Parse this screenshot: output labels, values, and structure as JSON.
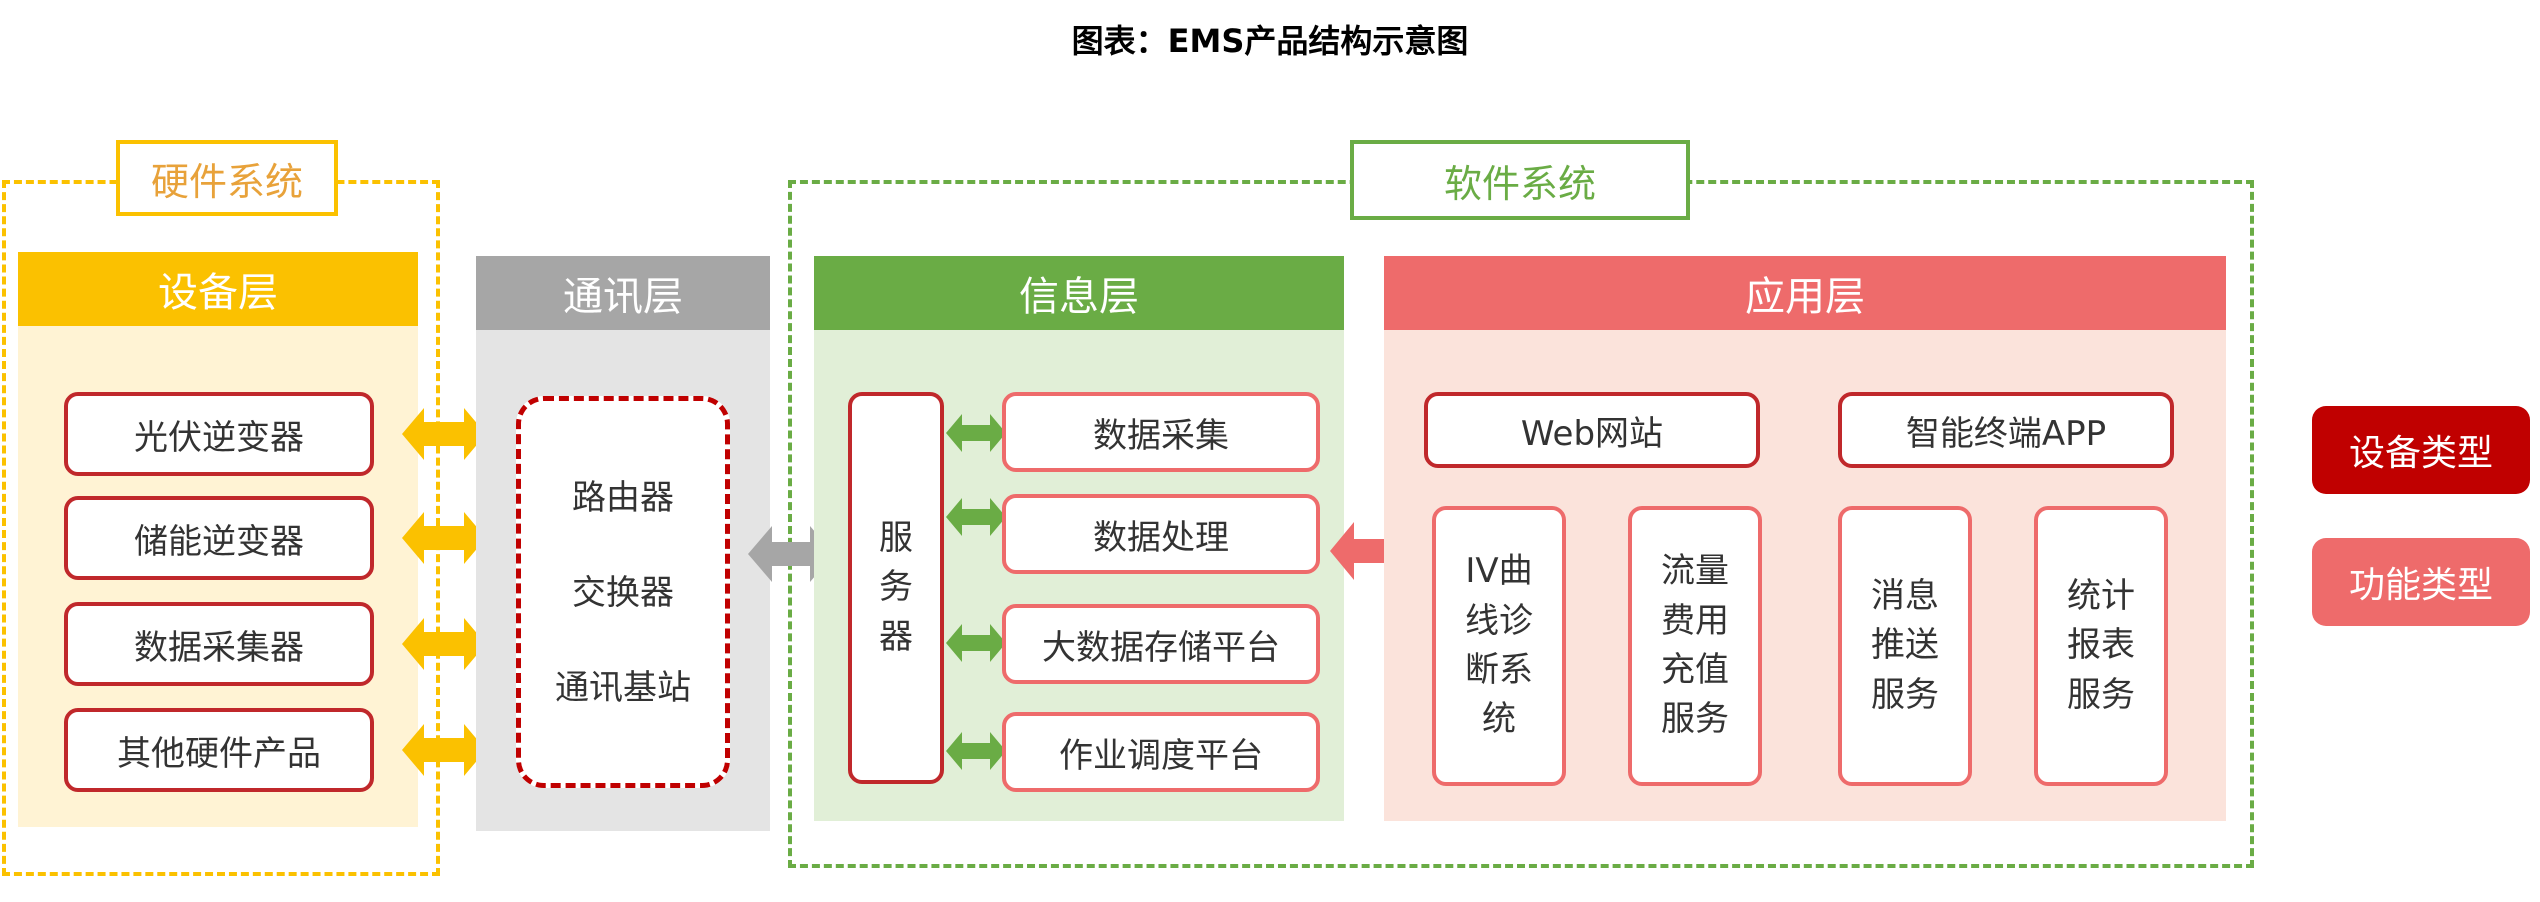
{
  "title": "图表：EMS产品结构示意图",
  "colors": {
    "hardware": "#fbc100",
    "hardware_bg": "#fff3d4",
    "comm": "#a6a6a6",
    "comm_bg": "#e4e4e4",
    "info": "#6aac45",
    "info_bg": "#e1efd7",
    "app": "#ee6b6b",
    "app_bg": "#fbe3db",
    "device_border": "#c00000",
    "function_border": "#ee6b6b"
  },
  "groups": {
    "hardware": "硬件系统",
    "software": "软件系统"
  },
  "layers": {
    "device": {
      "header": "设备层",
      "items": [
        "光伏逆变器",
        "储能逆变器",
        "数据采集器",
        "其他硬件产品"
      ]
    },
    "comm": {
      "header": "通讯层",
      "items": [
        "路由器",
        "交换器",
        "通讯基站"
      ]
    },
    "info": {
      "header": "信息层",
      "server": "服\n务\n器",
      "items": [
        "数据采集",
        "数据处理",
        "大数据存储平台",
        "作业调度平台"
      ]
    },
    "app": {
      "header": "应用层",
      "web": "Web网站",
      "app": "智能终端APP",
      "services": [
        "IV曲\n线诊\n断系\n统",
        "流量\n费用\n充值\n服务",
        "消息\n推送\n服务",
        "统计\n报表\n服务"
      ]
    }
  },
  "legend": {
    "device_type": "设备类型",
    "function_type": "功能类型"
  }
}
